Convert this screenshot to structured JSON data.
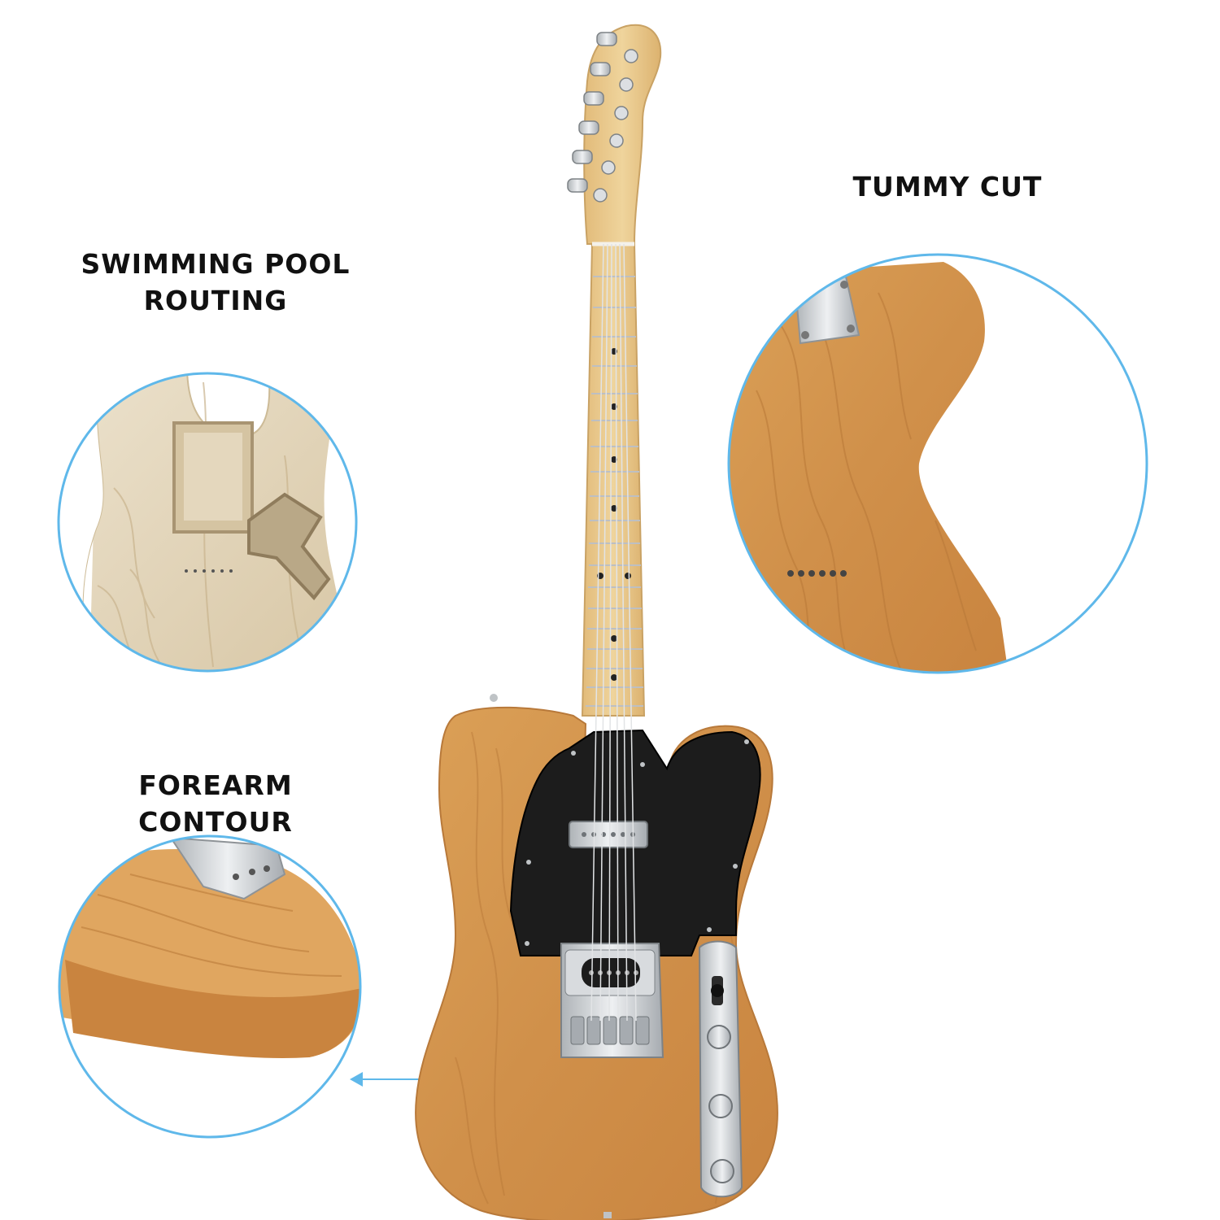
{
  "labels": {
    "swimming_pool_line1": "SWIMMING POOL",
    "swimming_pool_line2": "ROUTING",
    "tummy_cut": "TUMMY CUT",
    "forearm_contour": "FOREARM CONTOUR"
  },
  "colors": {
    "circle_outline": "#5fb8ea",
    "arrow": "#5fb8ea",
    "body_wood": "#d99a4f",
    "raw_wood": "#e3d6bd",
    "pickguard": "#1c1c1c",
    "chrome": "#cfd3d6",
    "neck_maple": "#e9c98d"
  },
  "icons": {
    "arrow": "left-arrow-icon"
  }
}
